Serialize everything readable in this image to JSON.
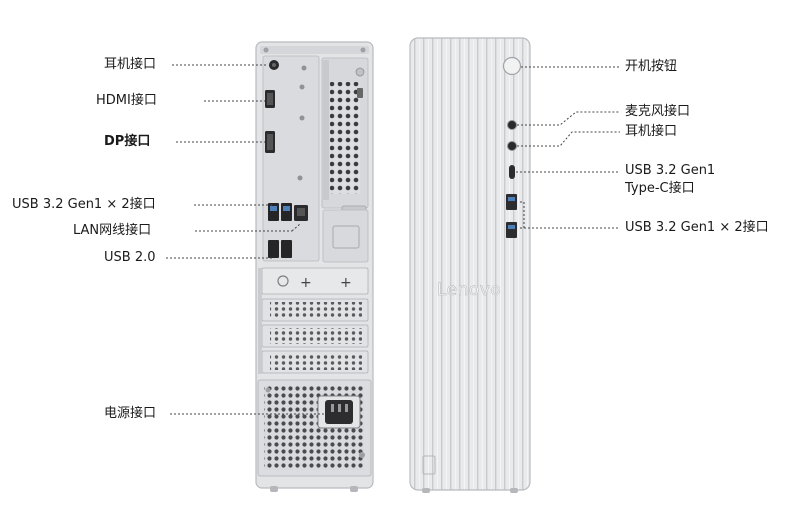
{
  "rear_labels": {
    "headphone": "耳机接口",
    "hdmi": "HDMI接口",
    "dp": "DP接口",
    "usb32_x2": "USB 3.2 Gen1 × 2接口",
    "lan": "LAN网线接口",
    "usb20": "USB 2.0",
    "power": "电源接口"
  },
  "front_labels": {
    "power_button": "开机按钮",
    "mic": "麦克风接口",
    "headphone": "耳机接口",
    "usbc_line1": "USB 3.2 Gen1",
    "usbc_line2": "Type-C接口",
    "usb32_x2": "USB 3.2 Gen1 × 2接口"
  },
  "brand": {
    "logo_text": "Lenovo"
  },
  "colors": {
    "chassis": "#e6e7e9",
    "chassis_edge": "#c9cbce",
    "leader_line": "#444444",
    "port_dark": "#222222"
  }
}
